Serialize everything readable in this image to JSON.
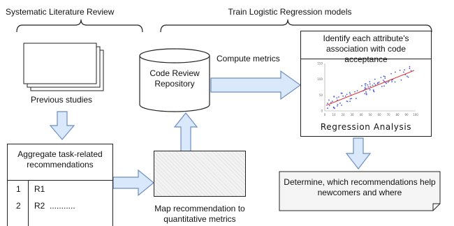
{
  "headings": {
    "slr": "Systematic Literature Review",
    "train": "Train Logistic Regression models"
  },
  "studies": {
    "label": "Previous studies"
  },
  "aggregate": {
    "title": "Aggregate task-related recommendations",
    "rows": [
      {
        "num": "1",
        "text": "R1"
      },
      {
        "num": "2",
        "text": "R2  ..........."
      }
    ]
  },
  "map": {
    "caption": "Map recommendation to quantitative metrics"
  },
  "repository": {
    "label": "Code Review Repository"
  },
  "compute": {
    "label": "Compute metrics"
  },
  "regression": {
    "title": "Identify each attribute's association with code acceptance",
    "caption": "Regression Analysis",
    "chart_data": {
      "type": "scatter",
      "title": "",
      "xlabel": "",
      "ylabel": "",
      "x_ticks": [
        "0",
        "10",
        "20",
        "30",
        "40",
        "50",
        "60",
        "70",
        "80",
        "90",
        "100"
      ],
      "y_ticks": [
        "0",
        "50",
        "100",
        "150"
      ],
      "trend_line": true,
      "points_color": "#4a5bd4",
      "line_color": "#e03a3a"
    }
  },
  "determine": {
    "text": "Determine, which recommendations help newcomers and where"
  },
  "colors": {
    "arrow_fill": "#dae8fc",
    "arrow_stroke": "#6c8ebf",
    "border": "#222222"
  }
}
